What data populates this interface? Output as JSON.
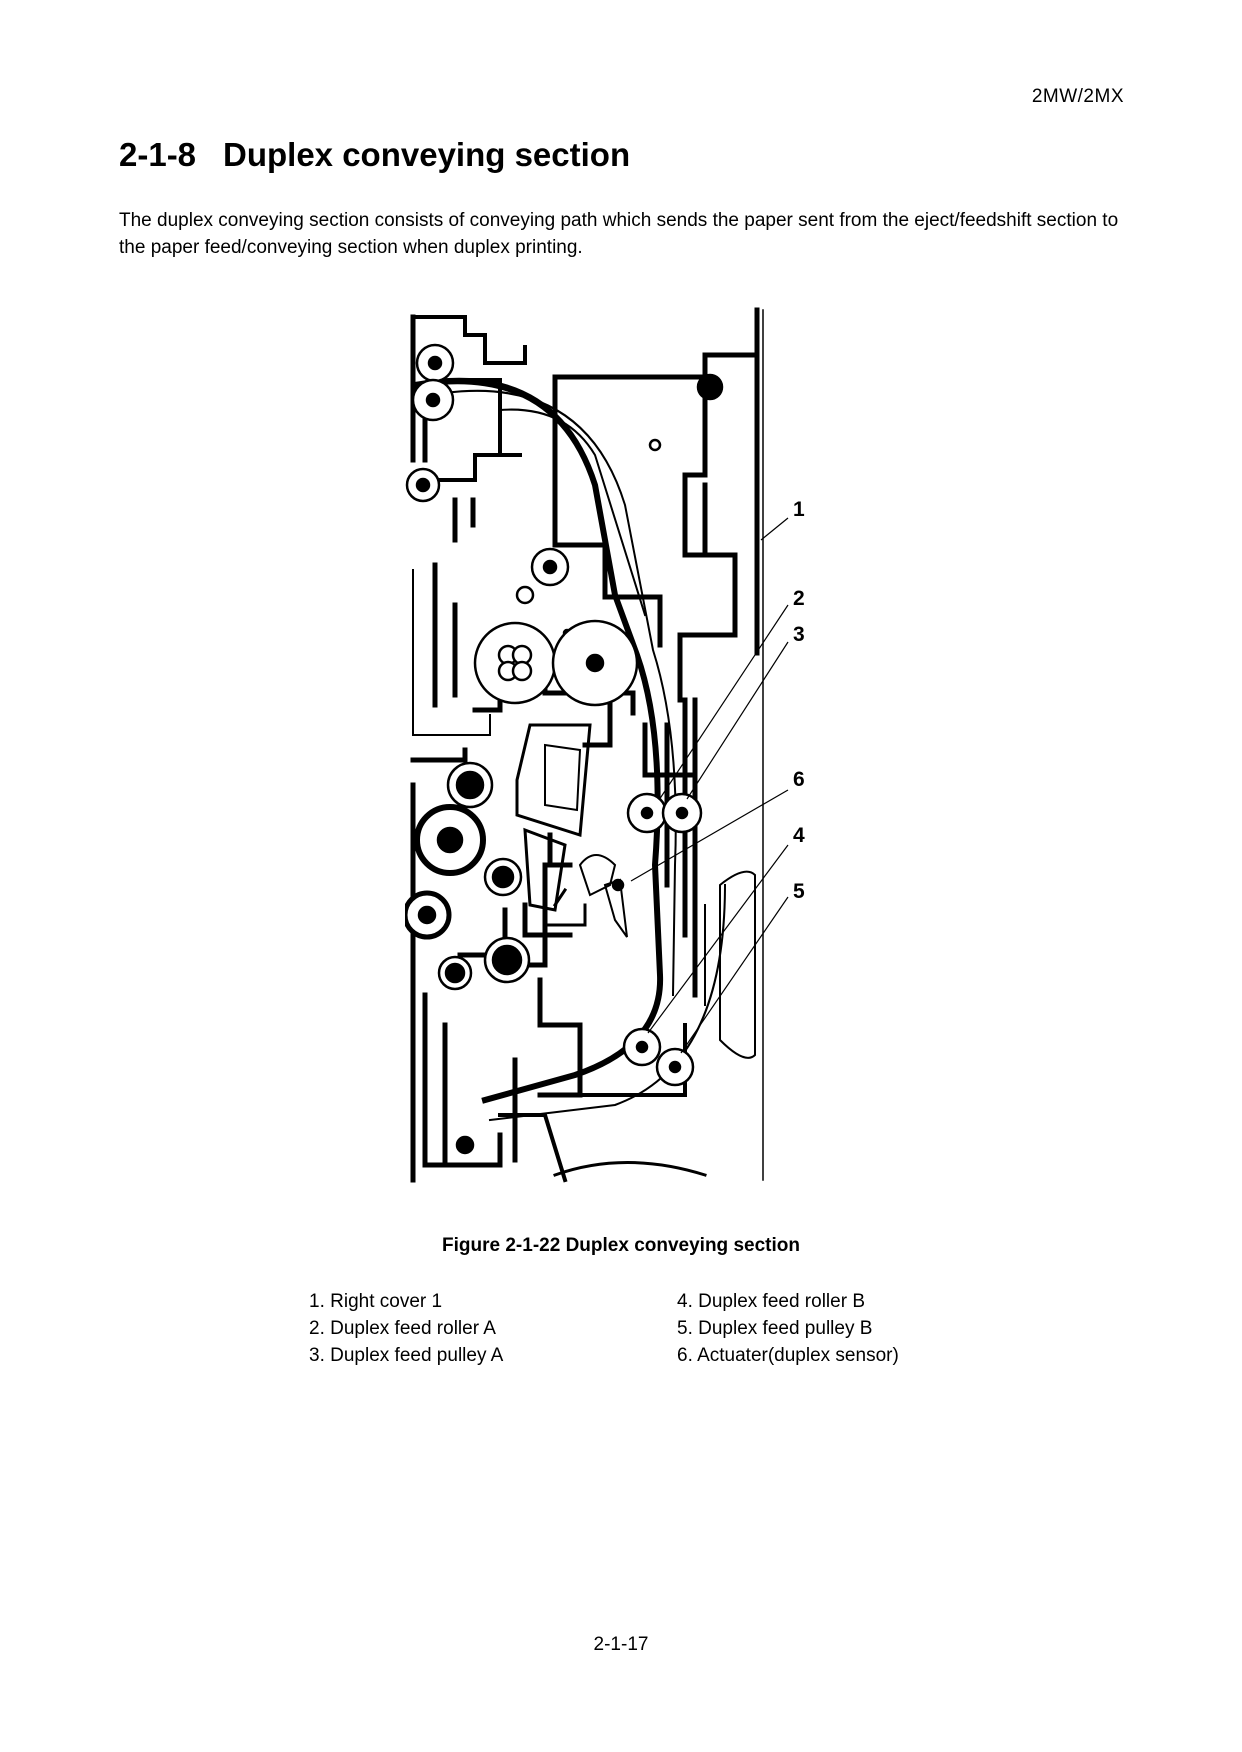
{
  "header": {
    "model_code": "2MW/2MX"
  },
  "section": {
    "number": "2-1-8",
    "title": "Duplex conveying section",
    "body": "The duplex conveying section consists of conveying path which sends the paper sent from the eject/feedshift section to the paper feed/conveying section when duplex printing."
  },
  "figure": {
    "caption": "Figure 2-1-22 Duplex conveying section",
    "callouts": [
      "1",
      "2",
      "3",
      "6",
      "4",
      "5"
    ]
  },
  "legend": [
    "1. Right cover 1",
    "2. Duplex feed roller A",
    "3. Duplex feed pulley A",
    "4. Duplex feed roller B",
    "5. Duplex feed pulley B",
    "6. Actuater(duplex sensor)"
  ],
  "footer": {
    "page_number": "2-1-17"
  }
}
